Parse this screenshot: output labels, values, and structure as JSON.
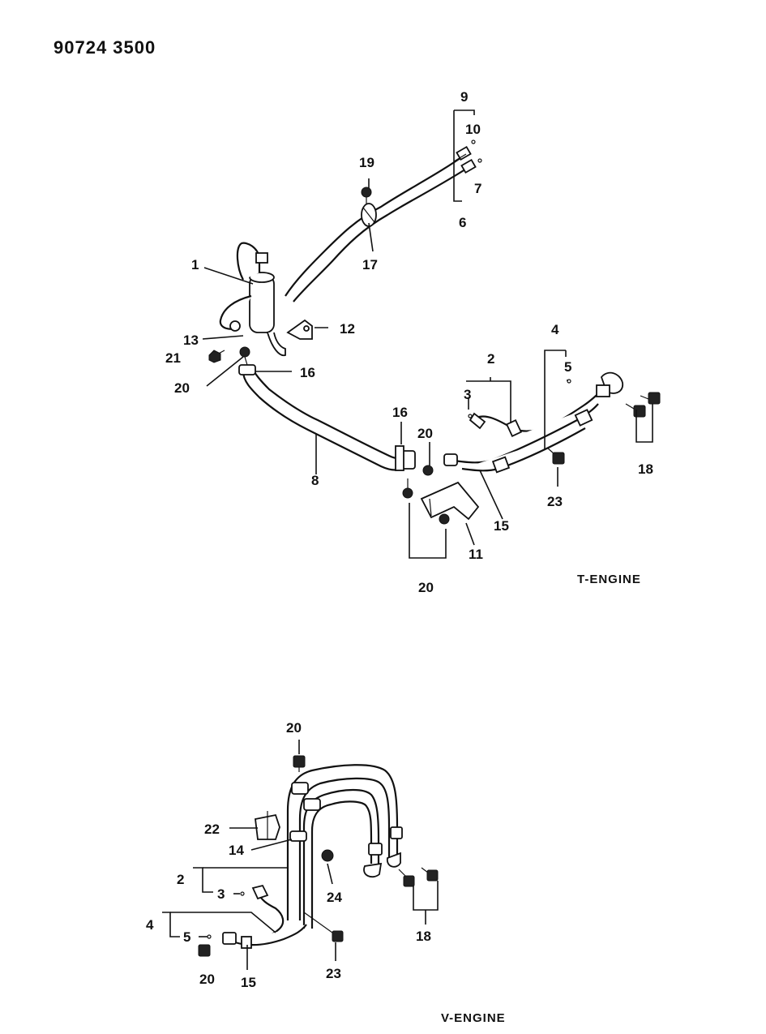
{
  "header": {
    "reference_number": "90724 3500"
  },
  "sections": [
    {
      "id": "t",
      "caption": "T-ENGINE"
    },
    {
      "id": "v",
      "caption": "V-ENGINE"
    }
  ],
  "t_engine_callouts": {
    "c1": "1",
    "c2": "2",
    "c3": "3",
    "c4": "4",
    "c5": "5",
    "c6": "6",
    "c7": "7",
    "c8": "8",
    "c9": "9",
    "c10": "10",
    "c11": "11",
    "c12": "12",
    "c13": "13",
    "c15": "15",
    "c16a": "16",
    "c16b": "16",
    "c17": "17",
    "c18": "18",
    "c19": "19",
    "c20a": "20",
    "c20b": "20",
    "c20c": "20",
    "c21": "21",
    "c23": "23"
  },
  "v_engine_callouts": {
    "c2": "2",
    "c3": "3",
    "c4": "4",
    "c5": "5",
    "c14": "14",
    "c15": "15",
    "c18": "18",
    "c20a": "20",
    "c20b": "20",
    "c22": "22",
    "c23": "23",
    "c24": "24"
  }
}
